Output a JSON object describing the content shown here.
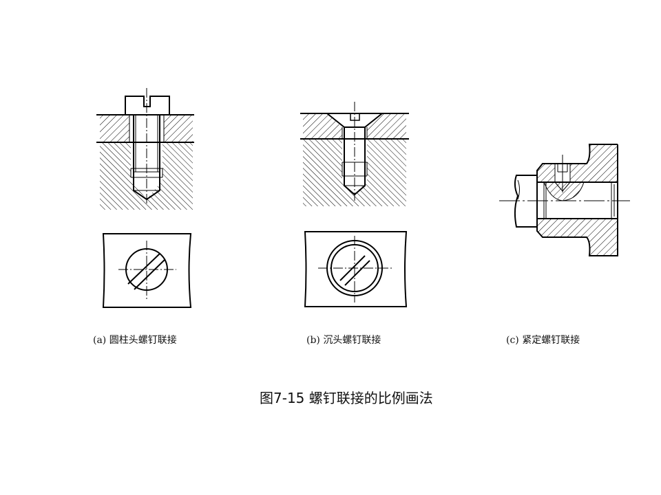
{
  "figure": {
    "title": "图7-15  螺钉联接的比例画法",
    "captions": [
      {
        "label": "(a) 圆柱头螺钉联接"
      },
      {
        "label": "(b) 沉头螺钉联接"
      },
      {
        "label": "(c) 紧定螺钉联接"
      }
    ],
    "colors": {
      "line": "#000000",
      "background": "#ffffff"
    }
  }
}
